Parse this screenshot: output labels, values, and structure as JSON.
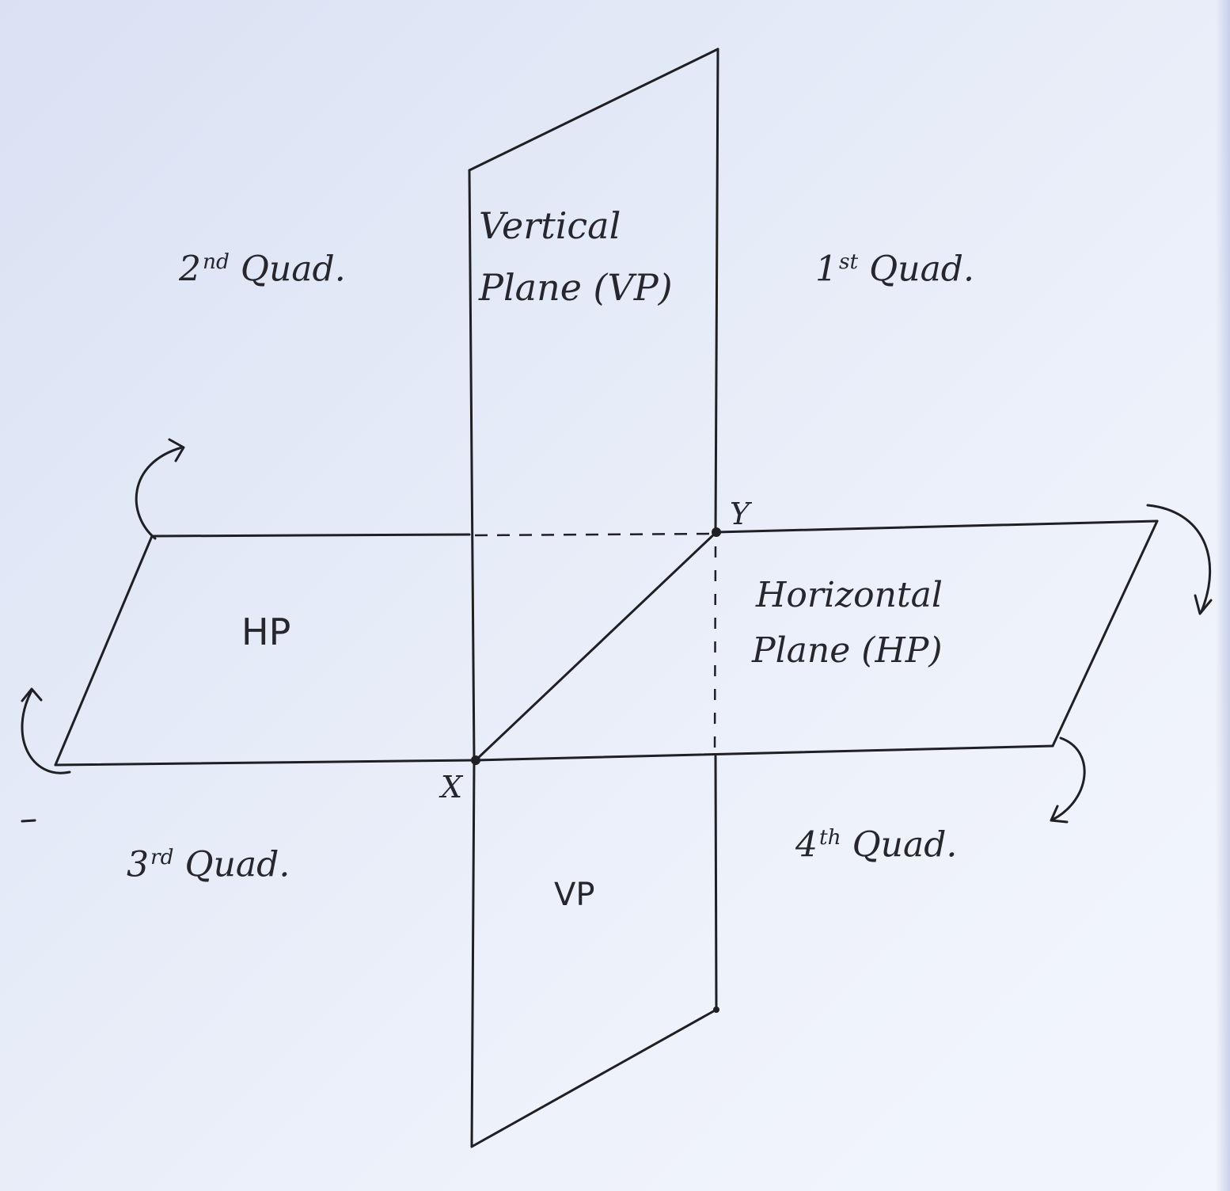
{
  "quadrants": {
    "second": {
      "num": "2",
      "ordinal": "nd",
      "word": "Quad."
    },
    "first": {
      "num": "1",
      "ordinal": "st",
      "word": "Quad."
    },
    "third": {
      "num": "3",
      "ordinal": "rd",
      "word": "Quad."
    },
    "fourth": {
      "num": "4",
      "ordinal": "th",
      "word": "Quad."
    }
  },
  "planes": {
    "vertical_line1": "Vertical",
    "vertical_line2": "Plane (VP)",
    "horizontal_line1": "Horizontal",
    "horizontal_line2": "Plane (HP)",
    "hp_short": "HP",
    "vp_short": "VP"
  },
  "axis_points": {
    "x": "X",
    "y": "Y"
  },
  "colors": {
    "ink": "#1f1f24",
    "paper": "#e4eaf7"
  }
}
